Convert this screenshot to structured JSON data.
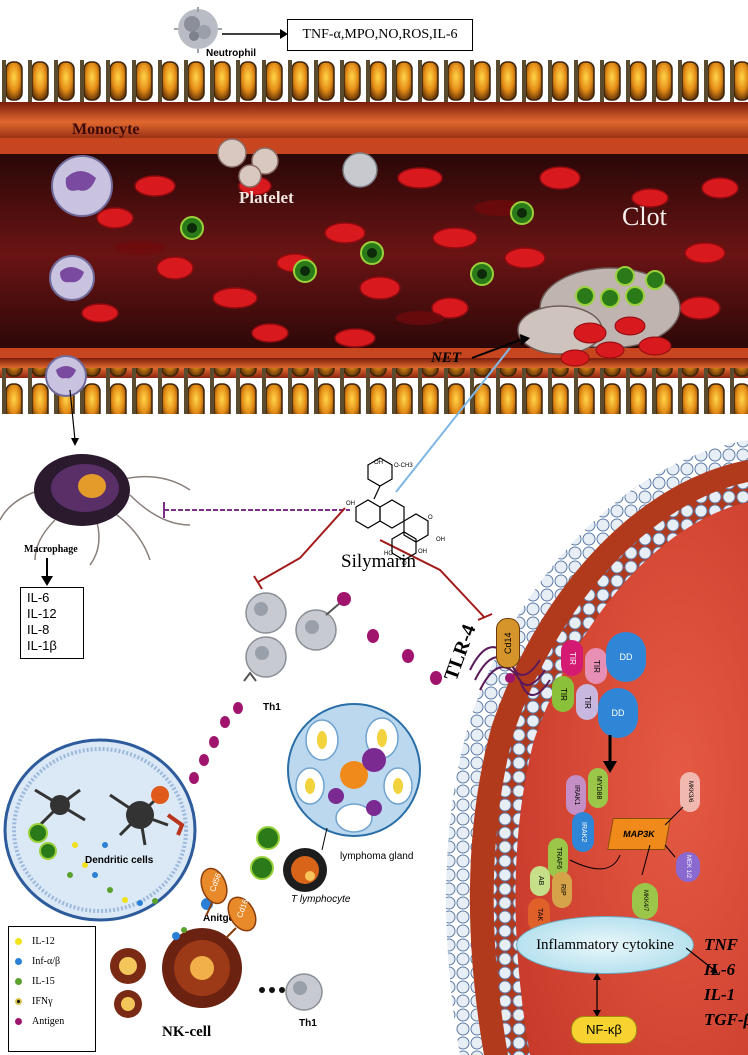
{
  "neutrophil": {
    "label": "Neutrophil",
    "products": "TNF-α,MPO,NO,ROS,IL-6"
  },
  "vessel": {
    "monocyte": "Monocyte",
    "platelet": "Platelet",
    "clot": "Clot",
    "net": "NET"
  },
  "macrophage": {
    "label": "Macrophage",
    "cytokines": [
      "IL-6",
      "IL-12",
      "IL-8",
      "IL-1β"
    ]
  },
  "drug": {
    "name": "Silymarin"
  },
  "th1_top": "Th1",
  "th1_bottom": "Th1",
  "lymph": {
    "gland": "lymphoma gland",
    "t_cell": "T lymphocyte"
  },
  "dendritic": {
    "label": "Dendritic cells",
    "antigen": "Anitgene"
  },
  "nk": {
    "label": "NK-cell",
    "cd56": "Cd56",
    "cd16": "Cd16"
  },
  "receptor": {
    "tlr": "TLR-4",
    "cd14": "Cd14",
    "tir1": "TIR",
    "tir2": "TIR",
    "tir3": "TIR",
    "tir4": "TIR",
    "dd1": "DD",
    "dd2": "DD",
    "myd88": "MYD88",
    "irak1": "IRAK1",
    "irak2": "IRAK2",
    "traf6": "TRAF6",
    "map3k": "MAP3K",
    "mkk36": "MKK3/6",
    "mek12": "MEK 1/2",
    "mkk47": "MKK4/7",
    "ab": "AB",
    "rip": "RIP",
    "tak": "TAK"
  },
  "cytokine_box": "Inflammatory cytokine",
  "nfkb": "NF-κβ",
  "outputs": [
    "TNF",
    "IL-6",
    "IL-1",
    "TGF-β"
  ],
  "legend": [
    {
      "label": "IL-12",
      "color": "#f2e21b"
    },
    {
      "label": "Inf-α/β",
      "color": "#2a7fd6"
    },
    {
      "label": "IL-15",
      "color": "#5aa02c"
    },
    {
      "label": "IFNγ",
      "color": "#111111"
    },
    {
      "label": "Antigen",
      "color": "#a0146e"
    }
  ],
  "colors": {
    "vessel_wall": "#b33a1a",
    "blood": "#4a0f0f",
    "rbc": "#d8191e",
    "cell_interior": "#e2493a",
    "inhibit_red": "#a31a1a",
    "inhibit_purple": "#7b2f86",
    "arrow_blue": "#7fb7e6"
  }
}
